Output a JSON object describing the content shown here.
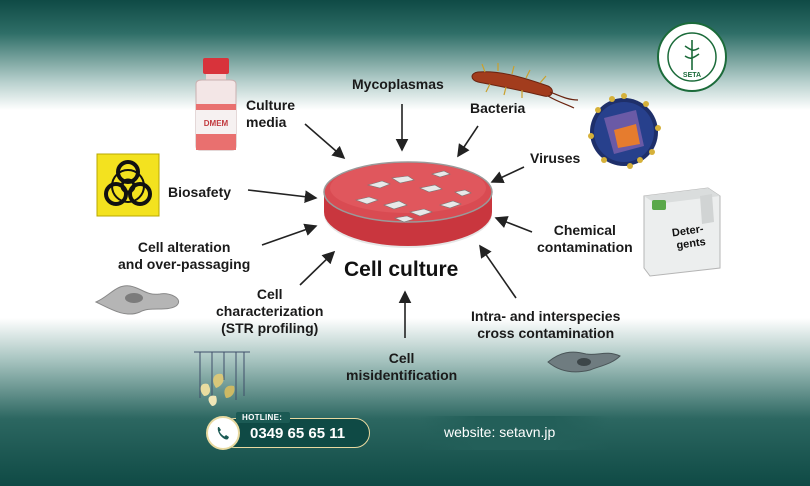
{
  "diagram": {
    "center": "Cell culture",
    "labels": {
      "culture_media": "Culture\nmedia",
      "mycoplasmas": "Mycoplasmas",
      "bacteria": "Bacteria",
      "viruses": "Viruses",
      "biosafety": "Biosafety",
      "chemical": "Chemical\ncontamination",
      "alteration": "Cell alteration\nand over-passaging",
      "characterization": "Cell\ncharacterization\n(STR profiling)",
      "interspecies": "Intra- and interspecies\ncross contamination",
      "misidentification": "Cell\nmisidentification"
    },
    "bottle_label": "DMEM",
    "container_label": "Deter-\ngents"
  },
  "footer": {
    "hotline_tag": "HOTLINE:",
    "hotline_number": "0349 65 65 11",
    "website": "website: setavn.jp"
  },
  "logo": {
    "text": "SETA"
  },
  "colors": {
    "brand_dark": "#0f4a45",
    "accent_gold": "#e8d9a0",
    "dish_red": "#d94b52",
    "arrow": "#222222"
  }
}
